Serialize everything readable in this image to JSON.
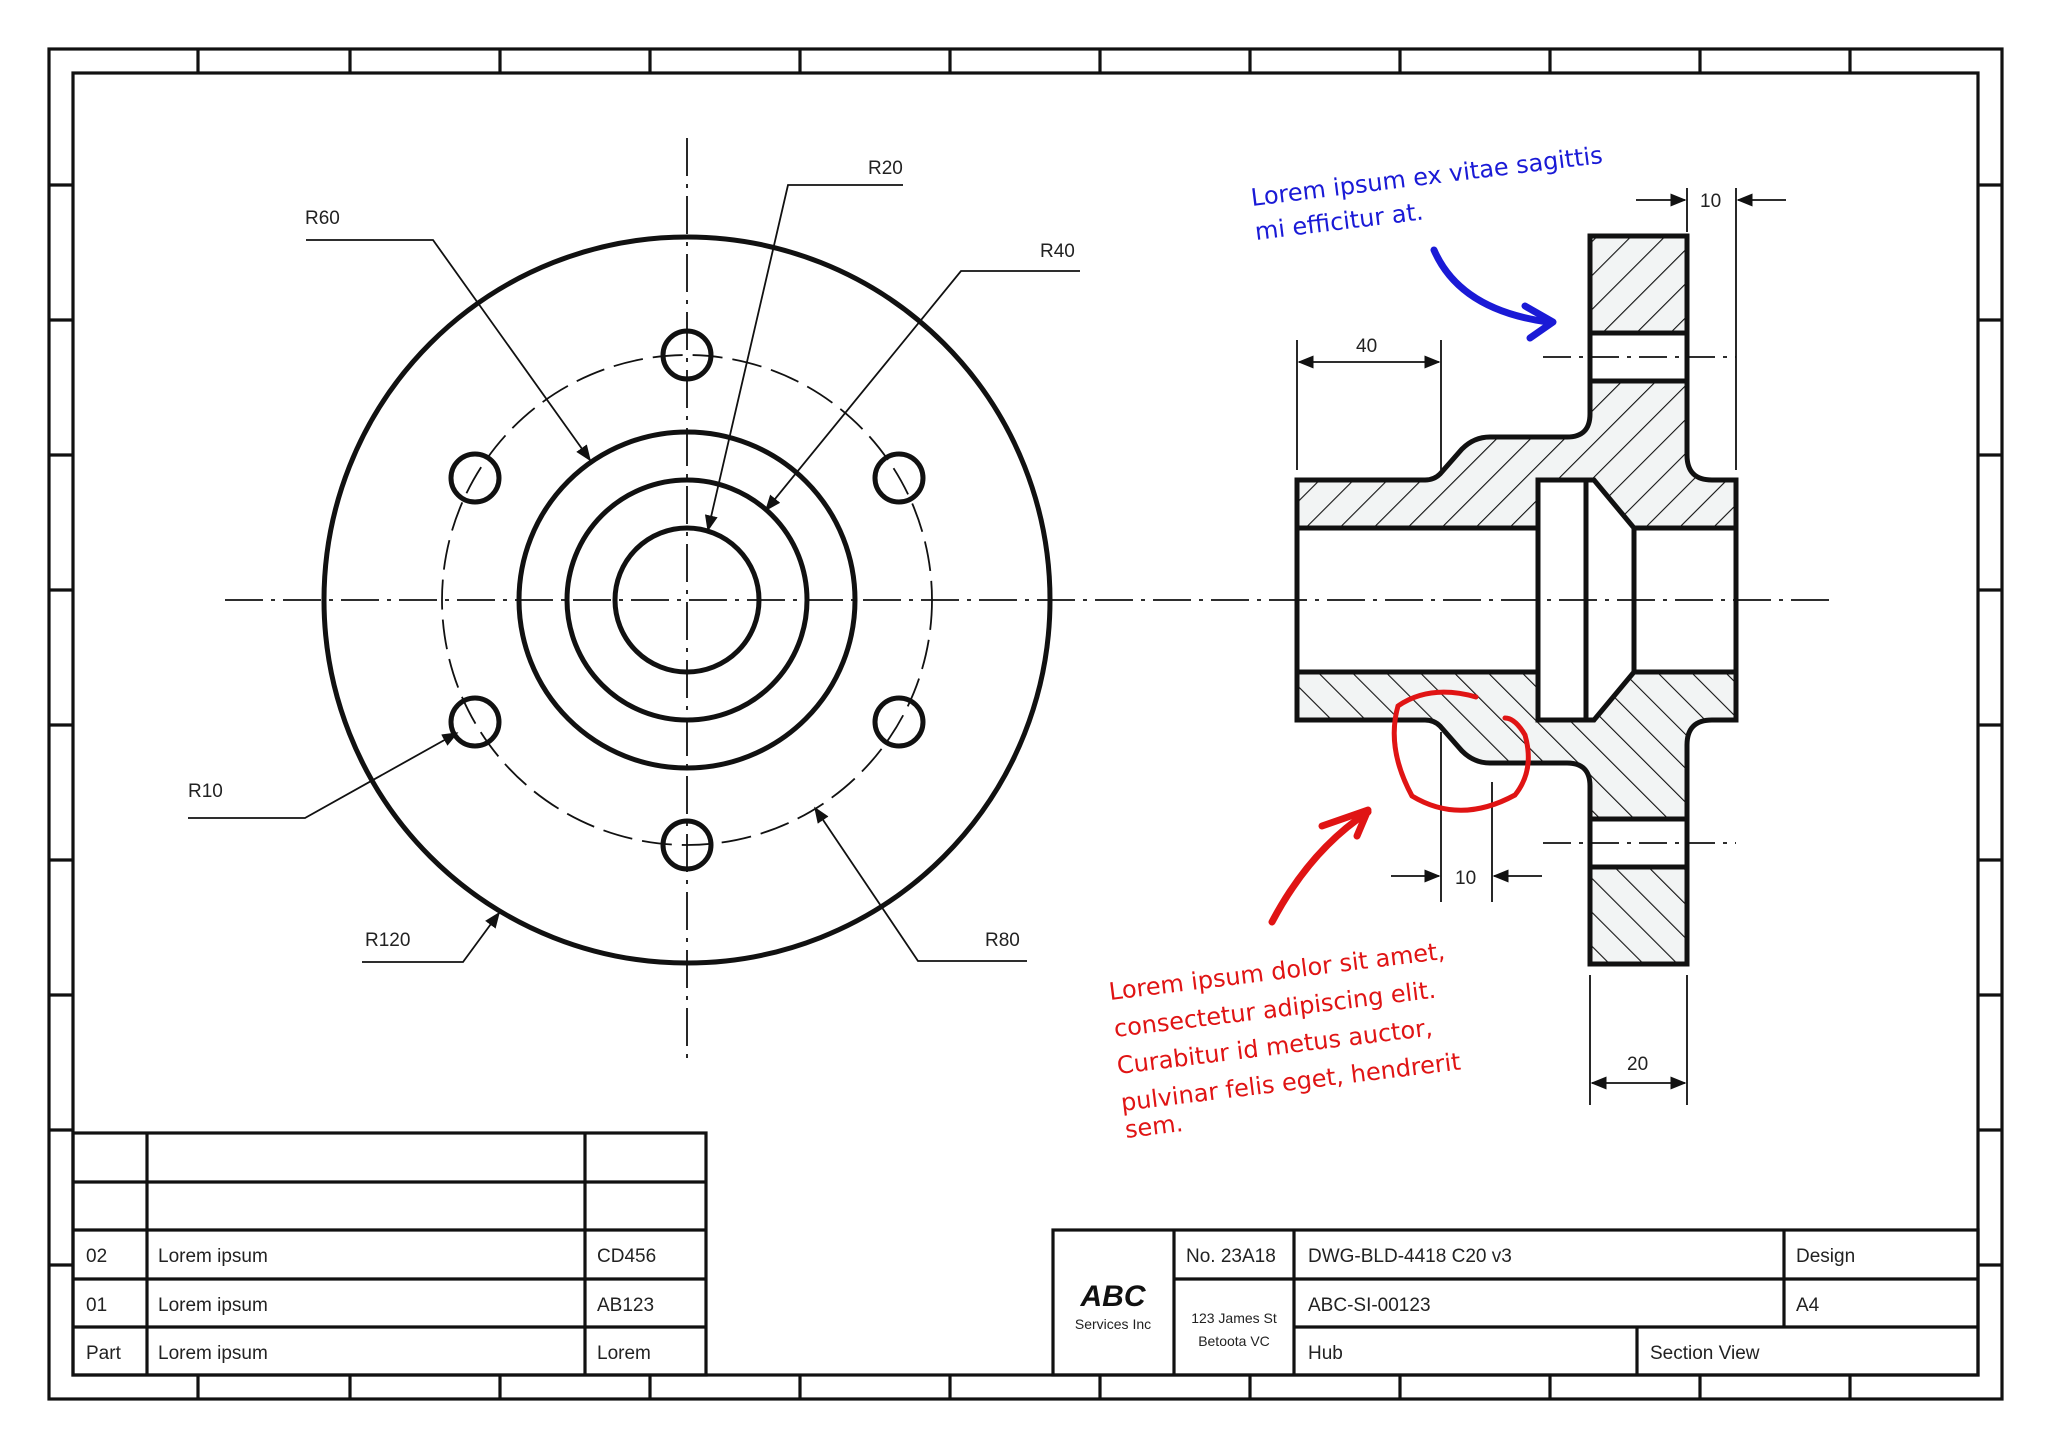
{
  "drawing": {
    "type": "engineering-drawing",
    "colors": {
      "line": "#111111",
      "annotation_blue": "#1a1ad6",
      "annotation_red": "#e01414",
      "hatch_fill": "#f2f4f4"
    }
  },
  "front_view": {
    "labels": {
      "r20": "R20",
      "r40": "R40",
      "r60": "R60",
      "r80": "R80",
      "r10": "R10",
      "r120": "R120"
    }
  },
  "section_view": {
    "dimensions": {
      "top_flange": "10",
      "hub_length": "40",
      "fillet_gap": "10",
      "flange_width": "20"
    }
  },
  "annotations": {
    "blue_note_line1": "Lorem ipsum ex vitae sagittis",
    "blue_note_line2": "mi efficitur at.",
    "red_note_lines": [
      "Lorem ipsum dolor sit amet,",
      "consectetur adipiscing elit.",
      "Curabitur id metus auctor,",
      "pulvinar felis eget, hendrerit",
      "sem."
    ]
  },
  "parts_list": {
    "rows": [
      {
        "no": "",
        "desc": "",
        "code": ""
      },
      {
        "no": "",
        "desc": "",
        "code": ""
      },
      {
        "no": "02",
        "desc": "Lorem ipsum",
        "code": "CD456"
      },
      {
        "no": "01",
        "desc": "Lorem ipsum",
        "code": "AB123"
      },
      {
        "no": "Part",
        "desc": "Lorem ipsum",
        "code": "Lorem"
      }
    ]
  },
  "title_block": {
    "company_logo": "ABC",
    "company_name": "Services Inc",
    "number": "No. 23A18",
    "address_line1": "123 James St",
    "address_line2": "Betoota VC",
    "drawing_id": "DWG-BLD-4418 C20 v3",
    "project_id": "ABC-SI-00123",
    "part_name": "Hub",
    "view_name": "Section View",
    "stage": "Design",
    "sheet_size": "A4"
  }
}
